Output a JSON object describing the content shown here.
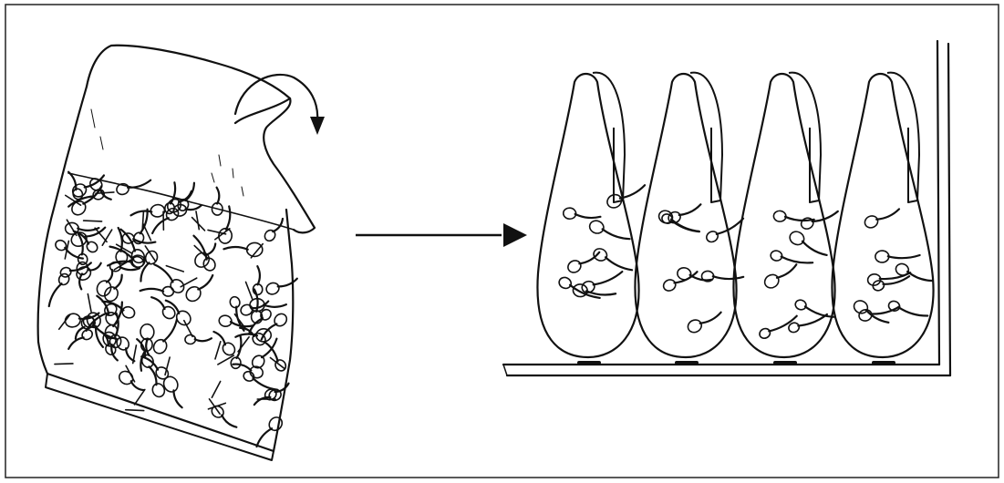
{
  "figure": {
    "panels": [
      {
        "id": "left",
        "subject": "sheet-with-embedded-spermatozoa",
        "action": "folding-over"
      },
      {
        "id": "right",
        "subject": "four-teardrop-sacs-standing-in-tray",
        "count": 4
      }
    ],
    "connector": "right-arrow",
    "colors": {
      "ink": "#111111",
      "background": "#ffffff",
      "border": "#222222"
    }
  }
}
